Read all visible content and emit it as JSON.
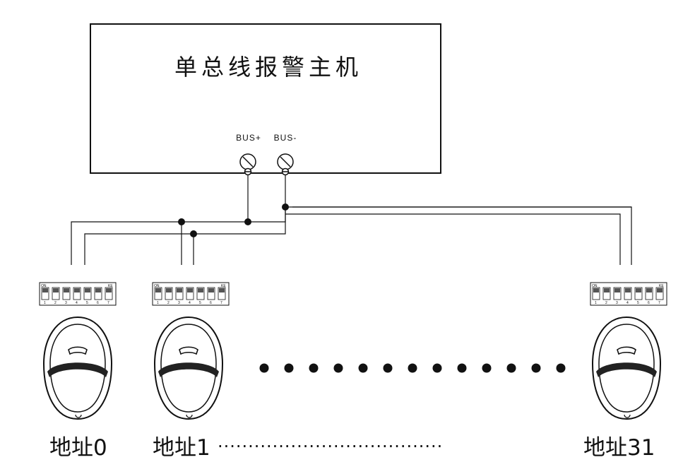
{
  "host": {
    "title": "单总线报警主机",
    "terminals": [
      "BUS+",
      "BUS-"
    ]
  },
  "dip_switch": {
    "on_label": "ON",
    "ke_label": "KE",
    "numbers": [
      "1",
      "2",
      "3",
      "4",
      "5",
      "6",
      "7"
    ]
  },
  "devices": [
    {
      "address": "地址0"
    },
    {
      "address": "地址1"
    },
    {
      "address": "地址31"
    }
  ],
  "address_ellipsis": "·····································",
  "middle_dots_count": 13
}
